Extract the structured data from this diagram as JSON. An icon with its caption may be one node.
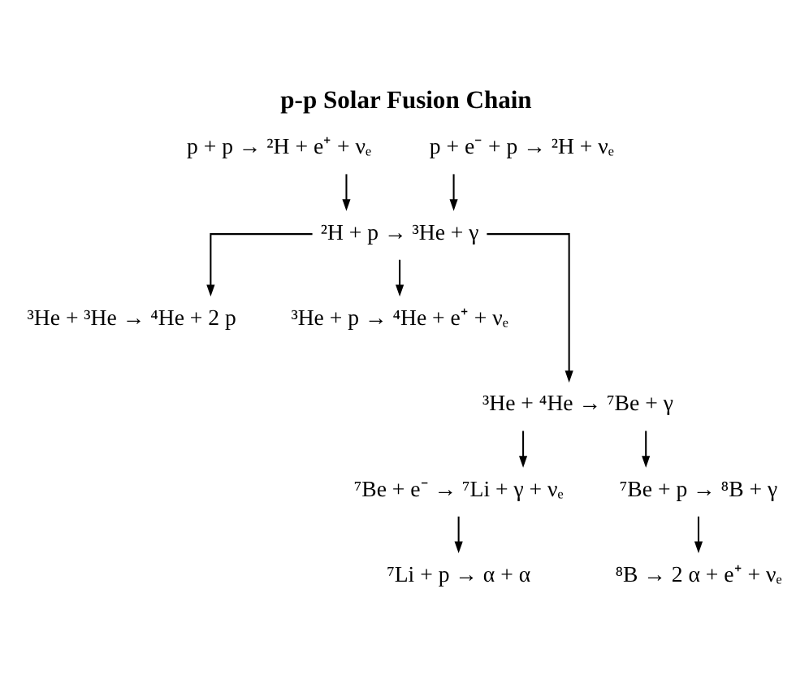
{
  "diagram": {
    "title": "p-p Solar Fusion Chain",
    "nodes": [
      {
        "text": [
          "p + p → ²H + e⁺ + νₑ"
        ]
      },
      {
        "text": [
          "p + e⁻ + p → ²H + νₑ"
        ]
      },
      {
        "text": [
          "²H + p → ³He + γ"
        ]
      },
      {
        "text": [
          "³He + ³He → ⁴He + 2 p"
        ]
      },
      {
        "text": [
          "³He + p → ⁴He + e⁺ + νₑ"
        ]
      },
      {
        "text": [
          "³He + ⁴He → ⁷Be + γ"
        ]
      },
      {
        "text": [
          "⁷Be + e⁻ → ⁷Li + γ + νₑ"
        ]
      },
      {
        "text": [
          "⁷Be + p → ⁸B + γ"
        ]
      },
      {
        "text": [
          "⁷Li + p → α + α"
        ]
      },
      {
        "text": [
          "⁸B → 2 α + e⁺ + νₑ"
        ]
      }
    ],
    "edges": [
      {
        "from": 0,
        "to": 2,
        "arrow": "to"
      },
      {
        "from": 1,
        "to": 2,
        "arrow": "to"
      },
      {
        "from": 2,
        "to": 3,
        "arrow": "to"
      },
      {
        "from": 2,
        "to": 4,
        "arrow": "to"
      },
      {
        "from": 2,
        "to": 5,
        "arrow": "to"
      },
      {
        "from": 5,
        "to": 6,
        "arrow": "to"
      },
      {
        "from": 5,
        "to": 7,
        "arrow": "to"
      },
      {
        "from": 6,
        "to": 8,
        "arrow": "to"
      },
      {
        "from": 7,
        "to": 9,
        "arrow": "to"
      }
    ]
  }
}
